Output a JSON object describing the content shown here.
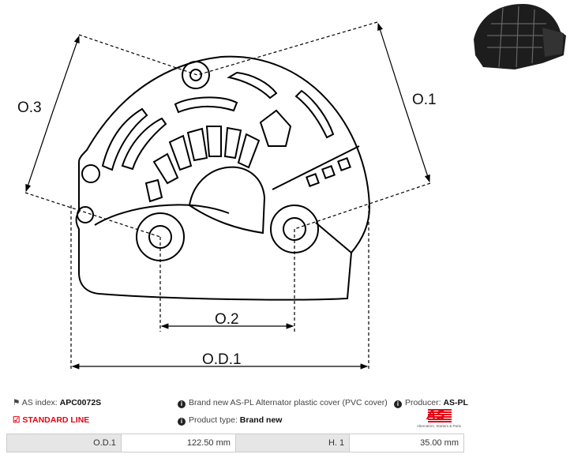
{
  "diagram": {
    "labels": {
      "o3": "O.3",
      "o1": "O.1",
      "o2": "O.2",
      "od1": "O.D.1"
    }
  },
  "info": {
    "as_index_label": "AS index:",
    "as_index_value": "APC0072S",
    "standard_line": "STANDARD LINE",
    "description": "Brand new AS-PL Alternator plastic cover (PVC cover)",
    "product_type_label": "Product type:",
    "product_type_value": "Brand new",
    "producer_label": "Producer:",
    "producer_value": "AS-PL",
    "logo_text": "AS",
    "logo_tagline": "Alternators, Starters & Parts"
  },
  "specs": [
    {
      "name": "O.D.1",
      "value": "122.50 mm"
    },
    {
      "name": "H. 1",
      "value": "35.00 mm"
    }
  ],
  "colors": {
    "accent": "#e30613",
    "header_cell": "#e6e6e6"
  }
}
